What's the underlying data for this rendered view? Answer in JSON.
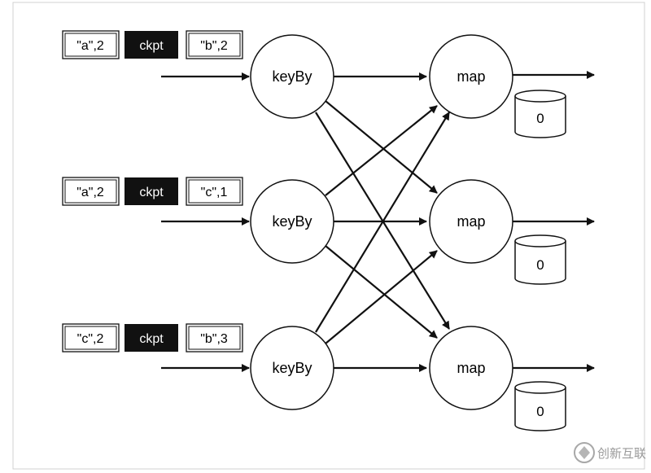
{
  "rows": [
    {
      "records": [
        "\"a\",2",
        "ckpt",
        "\"b\",2"
      ],
      "source": "keyBy",
      "sink": "map",
      "state": "0"
    },
    {
      "records": [
        "\"a\",2",
        "ckpt",
        "\"c\",1"
      ],
      "source": "keyBy",
      "sink": "map",
      "state": "0"
    },
    {
      "records": [
        "\"c\",2",
        "ckpt",
        "\"b\",3"
      ],
      "source": "keyBy",
      "sink": "map",
      "state": "0"
    }
  ],
  "colors": {
    "barrier_fill": "#111111",
    "record_fill": "#ffffff",
    "stroke": "#111111"
  },
  "watermark": {
    "text": "创新互联",
    "icon": "brand-logo-icon"
  }
}
